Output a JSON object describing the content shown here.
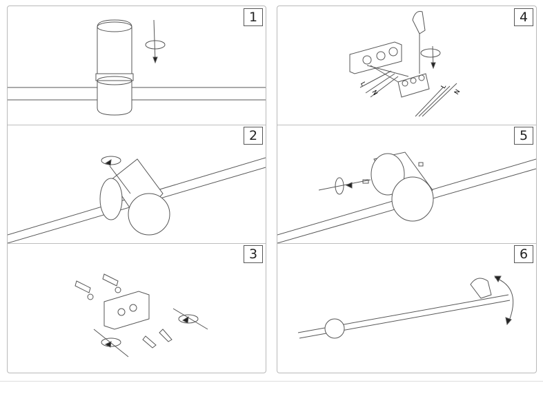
{
  "steps": [
    {
      "number": "1"
    },
    {
      "number": "2"
    },
    {
      "number": "3"
    },
    {
      "number": "4",
      "wire_labels": [
        "L",
        "N",
        "L",
        "N"
      ]
    },
    {
      "number": "5"
    },
    {
      "number": "6"
    }
  ]
}
